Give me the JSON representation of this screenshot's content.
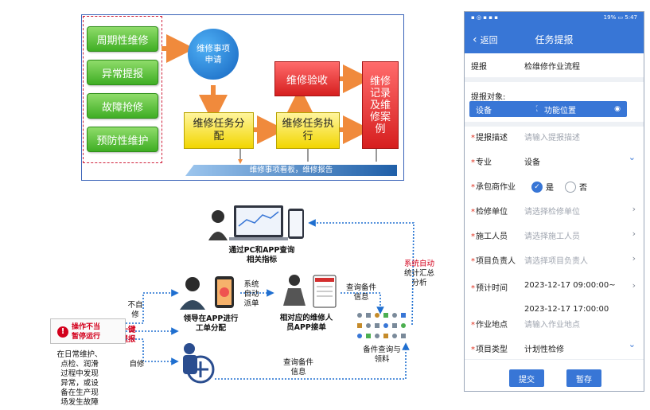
{
  "top_flow": {
    "group": [
      "周期性维修",
      "异常提报",
      "故障抢修",
      "预防性维护"
    ],
    "circle": [
      "维修事项",
      "申请"
    ],
    "assign": [
      "维修任务分",
      "配"
    ],
    "execute": [
      "维修任务执",
      "行"
    ],
    "accept": "维修验收",
    "record": [
      "维修",
      "记录",
      "及维",
      "修案",
      "例"
    ],
    "banner": "维修事项看板，维修报告"
  },
  "bottom_flow": {
    "query": [
      "通过PC和APP查询",
      "相关指标"
    ],
    "leader": [
      "领导在APP进行",
      "工单分配"
    ],
    "system_dispatch": [
      "系统",
      "自动",
      "派单"
    ],
    "worker": [
      "相对应的维修人",
      "员APP接单"
    ],
    "query_parts_top": [
      "查询备件",
      "信息"
    ],
    "parts": [
      "备件查询与",
      "领料"
    ],
    "stats": [
      "系统自动",
      "统计汇总",
      "分析"
    ],
    "not_self": [
      "不自",
      "修"
    ],
    "report": [
      "一键",
      "提报"
    ],
    "self_repair": "自修",
    "query_parts_bottom": [
      "查询备件",
      "信息"
    ],
    "alarm": [
      "操作不当",
      "暂停运行"
    ],
    "desc": [
      "在日常维护、",
      "点检、润滑",
      "过程中发现",
      "异常，或设",
      "备在生产现",
      "场发生故障"
    ]
  },
  "phone": {
    "status_right": "19% ▭ 5:47",
    "back": "返回",
    "title": "任务提报",
    "report_label": "提报",
    "report_value": "检维修作业流程",
    "target_label": "提报对象:",
    "target_equipment": "设备",
    "target_position": "功能位置",
    "fields": [
      {
        "label": "提报描述",
        "value": "请输入提报描述",
        "placeholder": true,
        "chevron": ""
      },
      {
        "label": "专业",
        "value": "设备",
        "placeholder": false,
        "chevron": "⌄"
      },
      {
        "label": "承包商作业",
        "value": "",
        "placeholder": false,
        "chevron": ""
      },
      {
        "label": "检修单位",
        "value": "请选择检修单位",
        "placeholder": true,
        "chevron": "›"
      },
      {
        "label": "施工人员",
        "value": "请选择施工人员",
        "placeholder": true,
        "chevron": "›"
      },
      {
        "label": "项目负责人",
        "value": "请选择项目负责人",
        "placeholder": true,
        "chevron": "›"
      },
      {
        "label": "预计时间",
        "value": "2023-12-17 09:00:00~",
        "placeholder": false,
        "chevron": "›"
      },
      {
        "label": "作业地点",
        "value": "请输入作业地点",
        "placeholder": true,
        "chevron": ""
      },
      {
        "label": "项目类型",
        "value": "计划性检修",
        "placeholder": false,
        "chevron": "⌄"
      }
    ],
    "time_end": "2023-12-17 17:00:00",
    "radio_yes": "是",
    "radio_no": "否",
    "submit": "提交",
    "save": "暂存"
  },
  "colors": {
    "accent": "#3876d6",
    "required": "#e0301e",
    "alarm": "#d3001c"
  }
}
